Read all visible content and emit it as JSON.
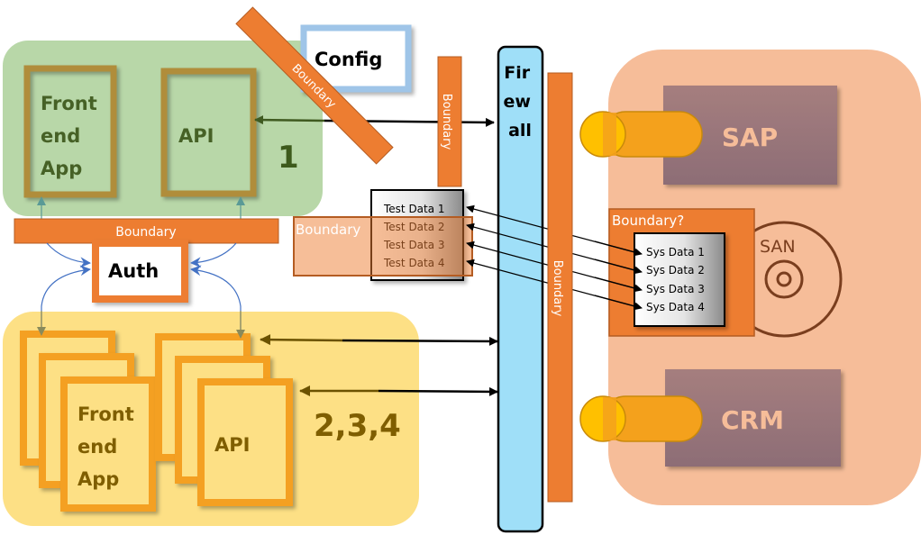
{
  "zones": {
    "env1": {
      "number": "1",
      "frontend": [
        "Front",
        "end",
        "App"
      ],
      "api": "API",
      "fill": "#b8d7a8",
      "box_border": "#b08d3a",
      "text_color": "#466126"
    },
    "env234": {
      "number": "2,3,4",
      "frontend": [
        "Front",
        "end",
        "App"
      ],
      "api": "API",
      "fill": "#fde085",
      "box_border": "#f4a023",
      "text_color": "#7f5e00"
    },
    "backend": {
      "fill": "#f6bd99"
    }
  },
  "config": {
    "label": "Config",
    "border": "#9fc5e8"
  },
  "auth": {
    "label": "Auth",
    "border": "#ed7d31"
  },
  "firewall": {
    "label": [
      "Fir",
      "ew",
      "all"
    ],
    "fill": "#9fdff8"
  },
  "boundaries": {
    "diagonal": "Boundary",
    "vertical_top": "Boundary",
    "horizontal_auth": "Boundary",
    "test_data_overlay": "Boundary",
    "right_vertical": "Boundary",
    "sys_data_box": "Boundary?",
    "color": "#ed7d31"
  },
  "test_data": {
    "items": [
      "Test Data 1",
      "Test Data 2",
      "Test Data 3",
      "Test Data 4"
    ]
  },
  "sys_data": {
    "items": [
      "Sys Data 1",
      "Sys Data 2",
      "Sys Data 3",
      "Sys Data 4"
    ]
  },
  "systems": {
    "sap": "SAP",
    "crm": "CRM",
    "san": "SAN",
    "fill": "#977077",
    "text_color": "#f6bd99"
  }
}
